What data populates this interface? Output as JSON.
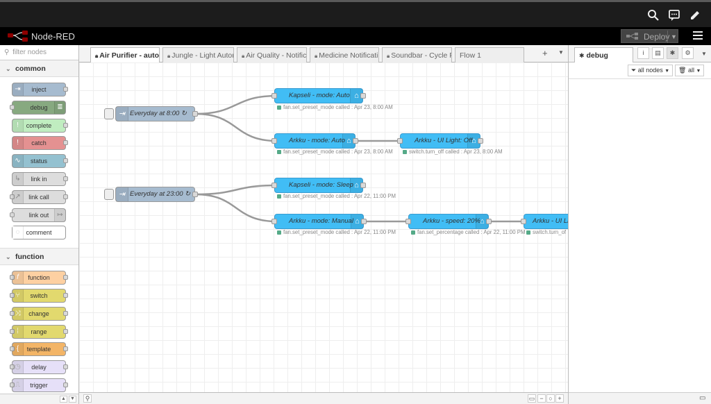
{
  "app": {
    "title": "Node-RED"
  },
  "deploy": {
    "label": "Deploy"
  },
  "palette": {
    "search_placeholder": "filter nodes",
    "categories": [
      {
        "name": "common",
        "nodes": [
          "inject",
          "debug",
          "complete",
          "catch",
          "status",
          "link in",
          "link call",
          "link out",
          "comment"
        ]
      },
      {
        "name": "function",
        "nodes": [
          "function",
          "switch",
          "change",
          "range",
          "template",
          "delay",
          "trigger"
        ]
      }
    ]
  },
  "tabs": [
    {
      "label": "Air Purifier - autom",
      "locked": true,
      "active": true
    },
    {
      "label": "Jungle - Light Autom",
      "locked": true
    },
    {
      "label": "Air Quality - Notificat",
      "locked": true
    },
    {
      "label": "Medicine Notification",
      "locked": true
    },
    {
      "label": "Soundbar - Cycle Po",
      "locked": true
    },
    {
      "label": "Flow 1",
      "locked": false
    }
  ],
  "flow": {
    "nodes": [
      {
        "id": "n1",
        "label": "Everyday at 8:00 ↻",
        "status": ""
      },
      {
        "id": "n2",
        "label": "Kapseli - mode: Auto",
        "status": "fan.set_preset_mode called : Apr 23, 8:00 AM"
      },
      {
        "id": "n3",
        "label": "Arkku - mode: Auto",
        "status": "fan.set_preset_mode called : Apr 23, 8:00 AM"
      },
      {
        "id": "n4",
        "label": "Arkku - UI Light: Off",
        "status": "switch.turn_off called : Apr 23, 8:00 AM"
      },
      {
        "id": "n5",
        "label": "Everyday at 23:00 ↻",
        "status": ""
      },
      {
        "id": "n6",
        "label": "Kapseli - mode: Sleep",
        "status": "fan.set_preset_mode called : Apr 22, 11:00 PM"
      },
      {
        "id": "n7",
        "label": "Arkku - mode: Manual",
        "status": "fan.set_preset_mode called : Apr 22, 11:00 PM"
      },
      {
        "id": "n8",
        "label": "Arkku - speed: 20%",
        "status": "fan.set_percentage called : Apr 22, 11:00 PM"
      },
      {
        "id": "n9",
        "label": "Arkku - UI Li",
        "status": "switch.turn_of"
      }
    ]
  },
  "sidebar": {
    "tab_label": "debug",
    "filter_nodes": "all nodes",
    "filter_all": "all"
  },
  "colors": {
    "inject": "#a6bbcf",
    "home_assistant": "#41bdf5",
    "debug": "#87a980",
    "complete": "#c0edc0",
    "catch": "#e49191",
    "function": "#fdd0a2",
    "switch": "#e2d96e",
    "template": "#f3b567",
    "delay": "#e6e0f8"
  }
}
